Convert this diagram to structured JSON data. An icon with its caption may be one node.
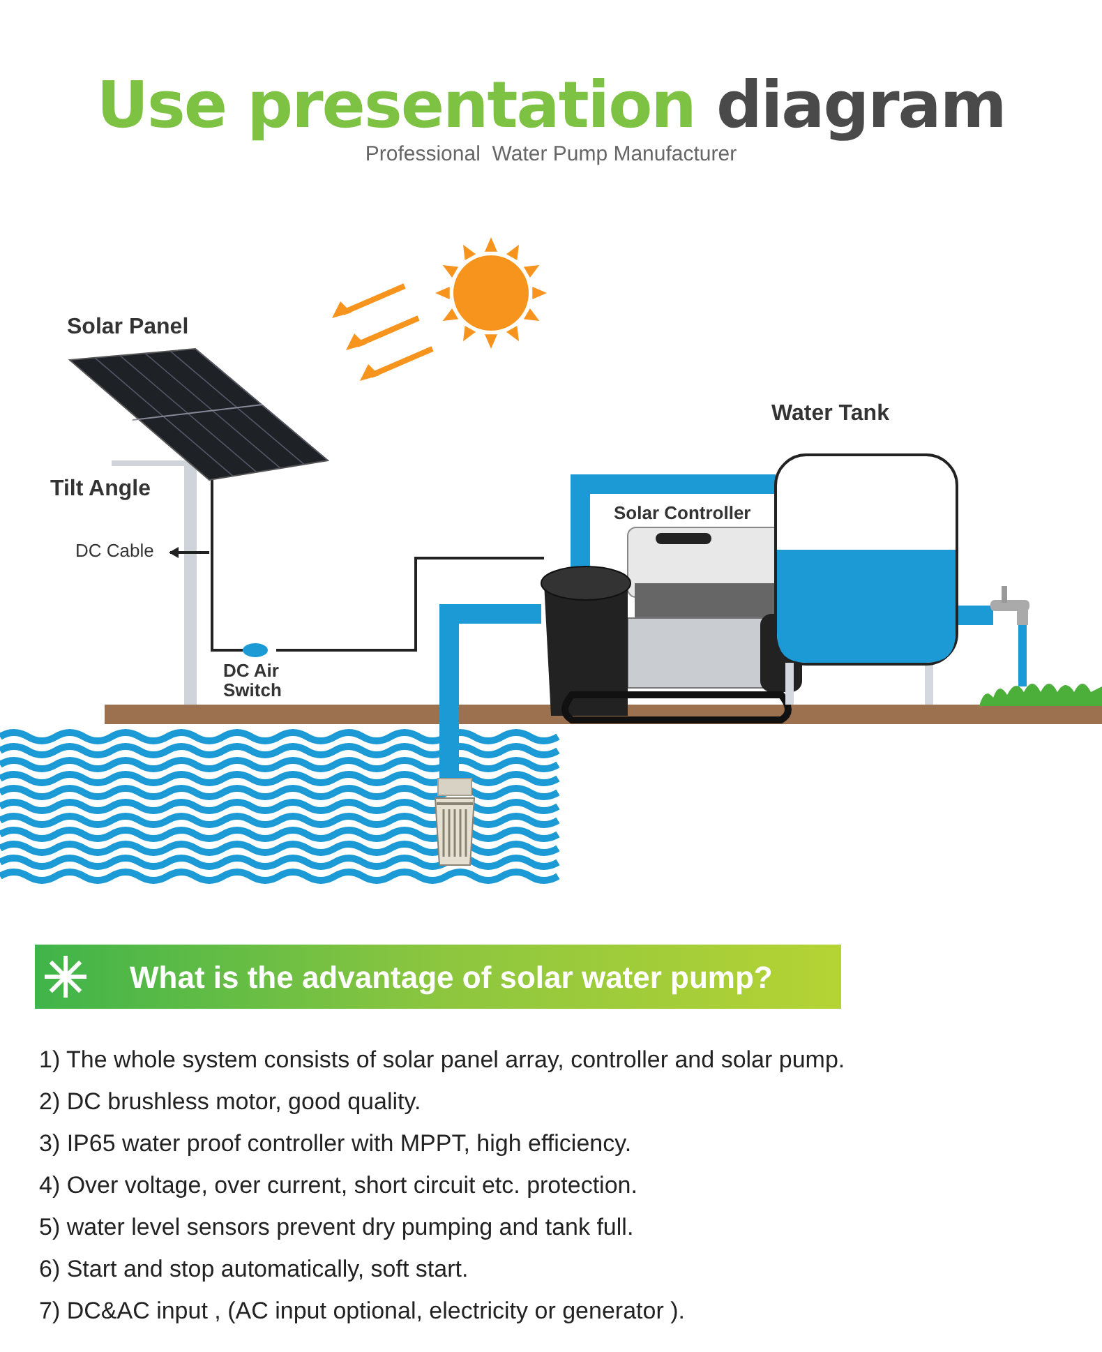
{
  "diagram": {
    "title": "Use presentation diagram",
    "nodes": [
      {
        "text": [
          "Solar Panel"
        ]
      },
      {
        "text": [
          "DC Air Switch"
        ]
      },
      {
        "text": [
          "Solar Controller"
        ]
      },
      {
        "text": [
          "Water Tank"
        ]
      },
      {
        "text": [
          "DC Cable"
        ]
      },
      {
        "text": [],
        "shape": "picture"
      },
      {
        "text": [],
        "shape": "picture"
      },
      {
        "text": [
          "What is the advantage of solar water pump?"
        ]
      }
    ],
    "edges": [
      {
        "from": 0,
        "to": 1,
        "arrow": "none"
      },
      {
        "from": 1,
        "to": 2,
        "arrow": "none"
      },
      {
        "from": 5,
        "to": 2,
        "arrow": "none",
        "style": "thick",
        "color": "#1b9ad6"
      },
      {
        "from": 2,
        "to": 3,
        "arrow": "none",
        "style": "thick",
        "color": "#1b9ad6"
      },
      {
        "from": 3,
        "to": 6,
        "arrow": "none",
        "style": "thick",
        "color": "#1b9ad6"
      },
      {
        "from": null,
        "to": 4,
        "arrow": "to"
      }
    ],
    "labels": [
      "Professional  Water Pump Manufacturer",
      "Tilt Angle",
      "1) The whole system consists of solar panel array, controller and solar pump.",
      "2) DC brushless motor, good quality.",
      "3) IP65 water proof controller with MPPT, high efficiency.",
      "4) Over voltage, over current, short circuit etc. protection.",
      "5) water level sensors prevent dry pumping and tank full.",
      "6) Start and stop automatically, soft start.",
      "7) DC&AC input , (AC input optional, electricity or generator )."
    ]
  }
}
